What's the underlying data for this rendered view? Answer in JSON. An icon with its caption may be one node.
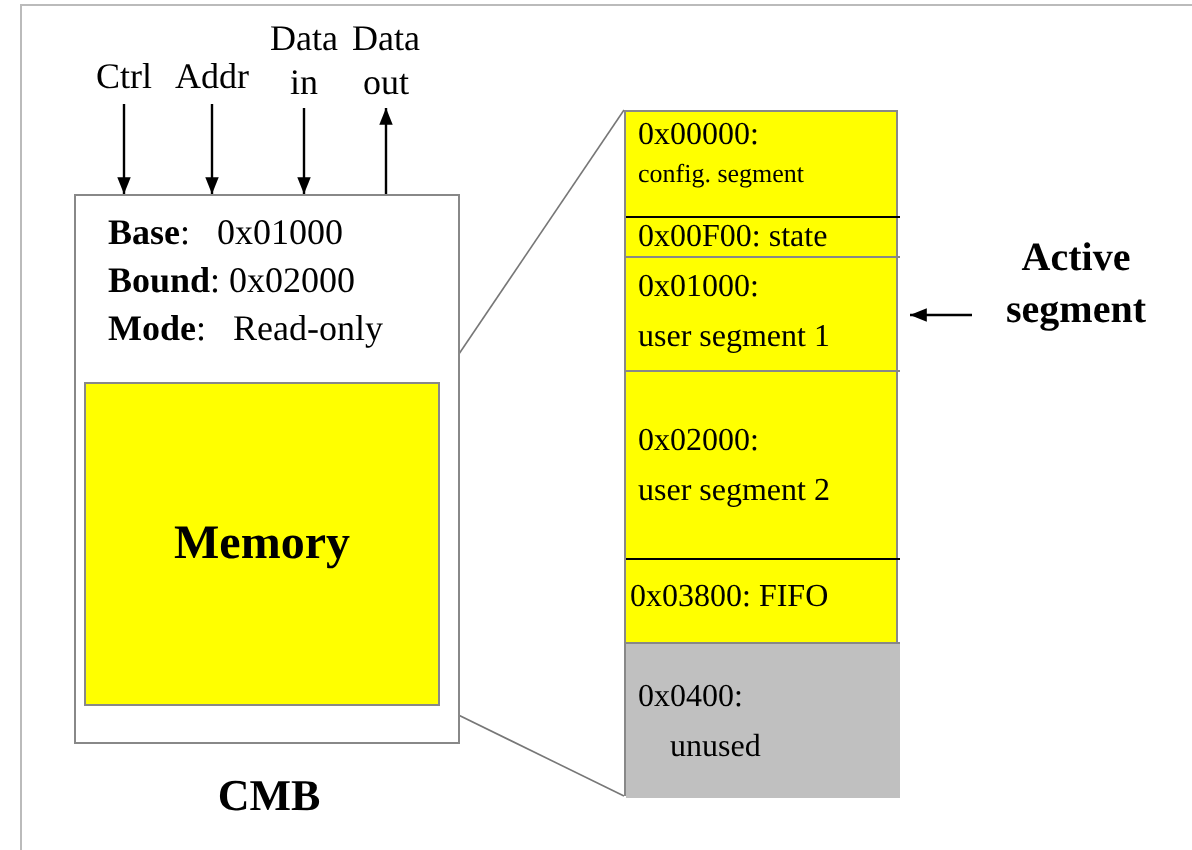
{
  "diagram": {
    "nodes": [
      {
        "text": [
          "**Base**:   0x01000",
          "**Bound**: 0x02000",
          "**Mode**:   Read-only",
          "CMB"
        ]
      },
      {
        "text": [
          "Memory"
        ],
        "in": 0
      },
      {
        "text": [
          "Ctrl"
        ]
      },
      {
        "text": [
          "Addr"
        ]
      },
      {
        "text": [
          "Data in"
        ]
      },
      {
        "text": [
          "Data out"
        ]
      },
      {
        "text": [],
        "shape": "box"
      },
      {
        "text": [
          "0x00000:",
          "config. segment"
        ],
        "in": 6
      },
      {
        "text": [
          "0x00F00: state"
        ],
        "in": 6
      },
      {
        "text": [
          "0x01000:",
          "user segment 1"
        ],
        "in": 6
      },
      {
        "text": [
          "0x02000:",
          "user segment 2"
        ],
        "in": 6
      },
      {
        "text": [
          "0x03800: FIFO"
        ],
        "in": 6
      },
      {
        "text": [
          "0x0400:",
          "unused"
        ],
        "in": 6
      },
      {
        "text": [
          "Active segment"
        ]
      }
    ],
    "edges": [
      {
        "from": 2,
        "to": 0,
        "arrow": "to"
      },
      {
        "from": 3,
        "to": 0,
        "arrow": "to"
      },
      {
        "from": 4,
        "to": 0,
        "arrow": "to"
      },
      {
        "from": 0,
        "to": 5,
        "arrow": "to"
      },
      {
        "from": 1,
        "to": 6,
        "arrow": "none",
        "color": "#777777"
      },
      {
        "from": 1,
        "to": 6,
        "arrow": "none",
        "color": "#777777"
      },
      {
        "from": 13,
        "to": 9,
        "arrow": "to"
      }
    ]
  }
}
